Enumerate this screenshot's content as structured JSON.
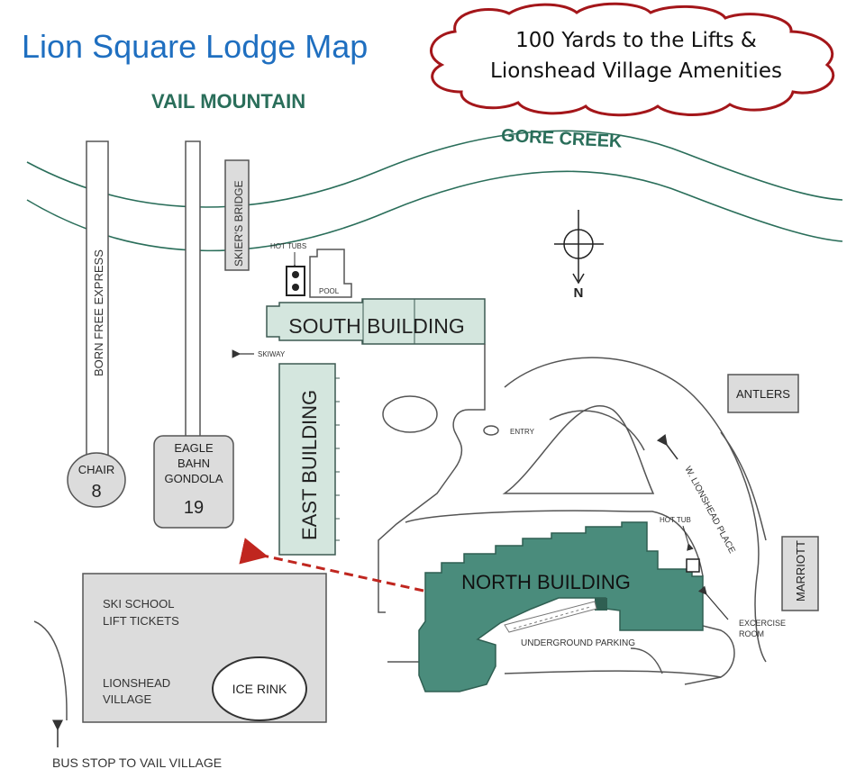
{
  "title": "Lion Square Lodge Map",
  "callout": {
    "line1": "100 Yards to the Lifts &",
    "line2": "Lionshead Village Amenities"
  },
  "labels": {
    "vail_mountain": "VAIL MOUNTAIN",
    "gore_creek": "GORE CREEK",
    "skiers_bridge": "SKIER'S BRIDGE",
    "born_free_express": "BORN FREE EXPRESS",
    "hot_tubs": "HOT TUBS",
    "pool": "POOL",
    "south_building": "SOUTH BUILDING",
    "skiway": "SKIWAY",
    "east_building": "EAST BUILDING",
    "north_building": "NORTH BUILDING",
    "entry": "ENTRY",
    "antlers": "ANTLERS",
    "marriott": "MARRIOTT",
    "w_lionshead_place": "W. LIONSHEAD PLACE",
    "hot_tub": "HOT TUB",
    "exercise_line1": "EXCERCISE",
    "exercise_line2": "ROOM",
    "underground_parking": "UNDERGROUND PARKING",
    "chair_line1": "CHAIR",
    "chair_line2": "8",
    "gondola_line1": "EAGLE",
    "gondola_line2": "BAHN",
    "gondola_line3": "GONDOLA",
    "gondola_line4": "19",
    "ski_school": "SKI SCHOOL",
    "lift_tickets": "LIFT TICKETS",
    "lionshead_line1": "LIONSHEAD",
    "lionshead_line2": "VILLAGE",
    "ice_rink": "ICE RINK",
    "bus_stop": "BUS STOP TO VAIL VILLAGE",
    "compass_letter": "N"
  },
  "colors": {
    "title": "#1f6fc0",
    "map_green": "#2a6e5a",
    "building_fill": "#d4e6de",
    "building_stroke": "#3d5a52",
    "north_fill": "#4a8c7c",
    "grey_fill": "#dcdcdc",
    "line": "#555555",
    "callout_stroke": "#a4161a",
    "arrow": "#c0261f"
  },
  "icons": [
    "compass-icon",
    "hot-tub-icon",
    "direction-arrow-icon"
  ]
}
